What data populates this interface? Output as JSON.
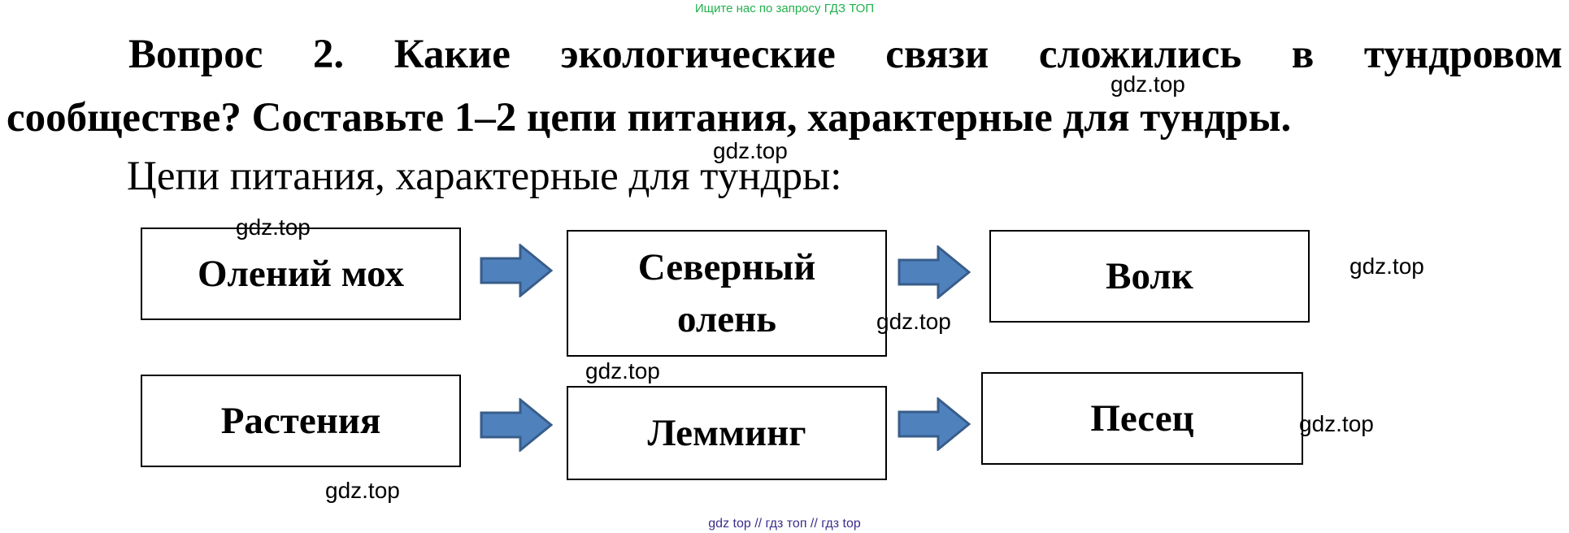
{
  "banner": {
    "text": "Ищите нас по запросу ГДЗ ТОП",
    "color": "#22b14c"
  },
  "question": {
    "line1": "Вопрос 2. Какие экологические связи сложились в тундровом",
    "line2": "сообществе? Составьте 1–2 цепи питания, характерные для тундры."
  },
  "answer": {
    "subtitle": "Цепи питания, характерные для тундры:"
  },
  "chains": [
    {
      "links": [
        "Олений мох",
        "Северный олень",
        "Волк"
      ]
    },
    {
      "links": [
        "Растения",
        "Лемминг",
        "Песец"
      ]
    }
  ],
  "arrow": {
    "icon": "right-block-arrow-icon",
    "fill": "#4f81bd",
    "stroke": "#385d8a"
  },
  "watermarks": {
    "w1": "gdz.top",
    "w2": "gdz.top",
    "w3": "gdz.top",
    "w4": "gdz.top",
    "w5": "gdz.top",
    "w6": "gdz.top",
    "w7": "gdz.top",
    "w8": "gdz.top"
  },
  "footer": {
    "text": "gdz top  //  гдз топ  //  гдз top",
    "color": "#3b2e8a"
  }
}
